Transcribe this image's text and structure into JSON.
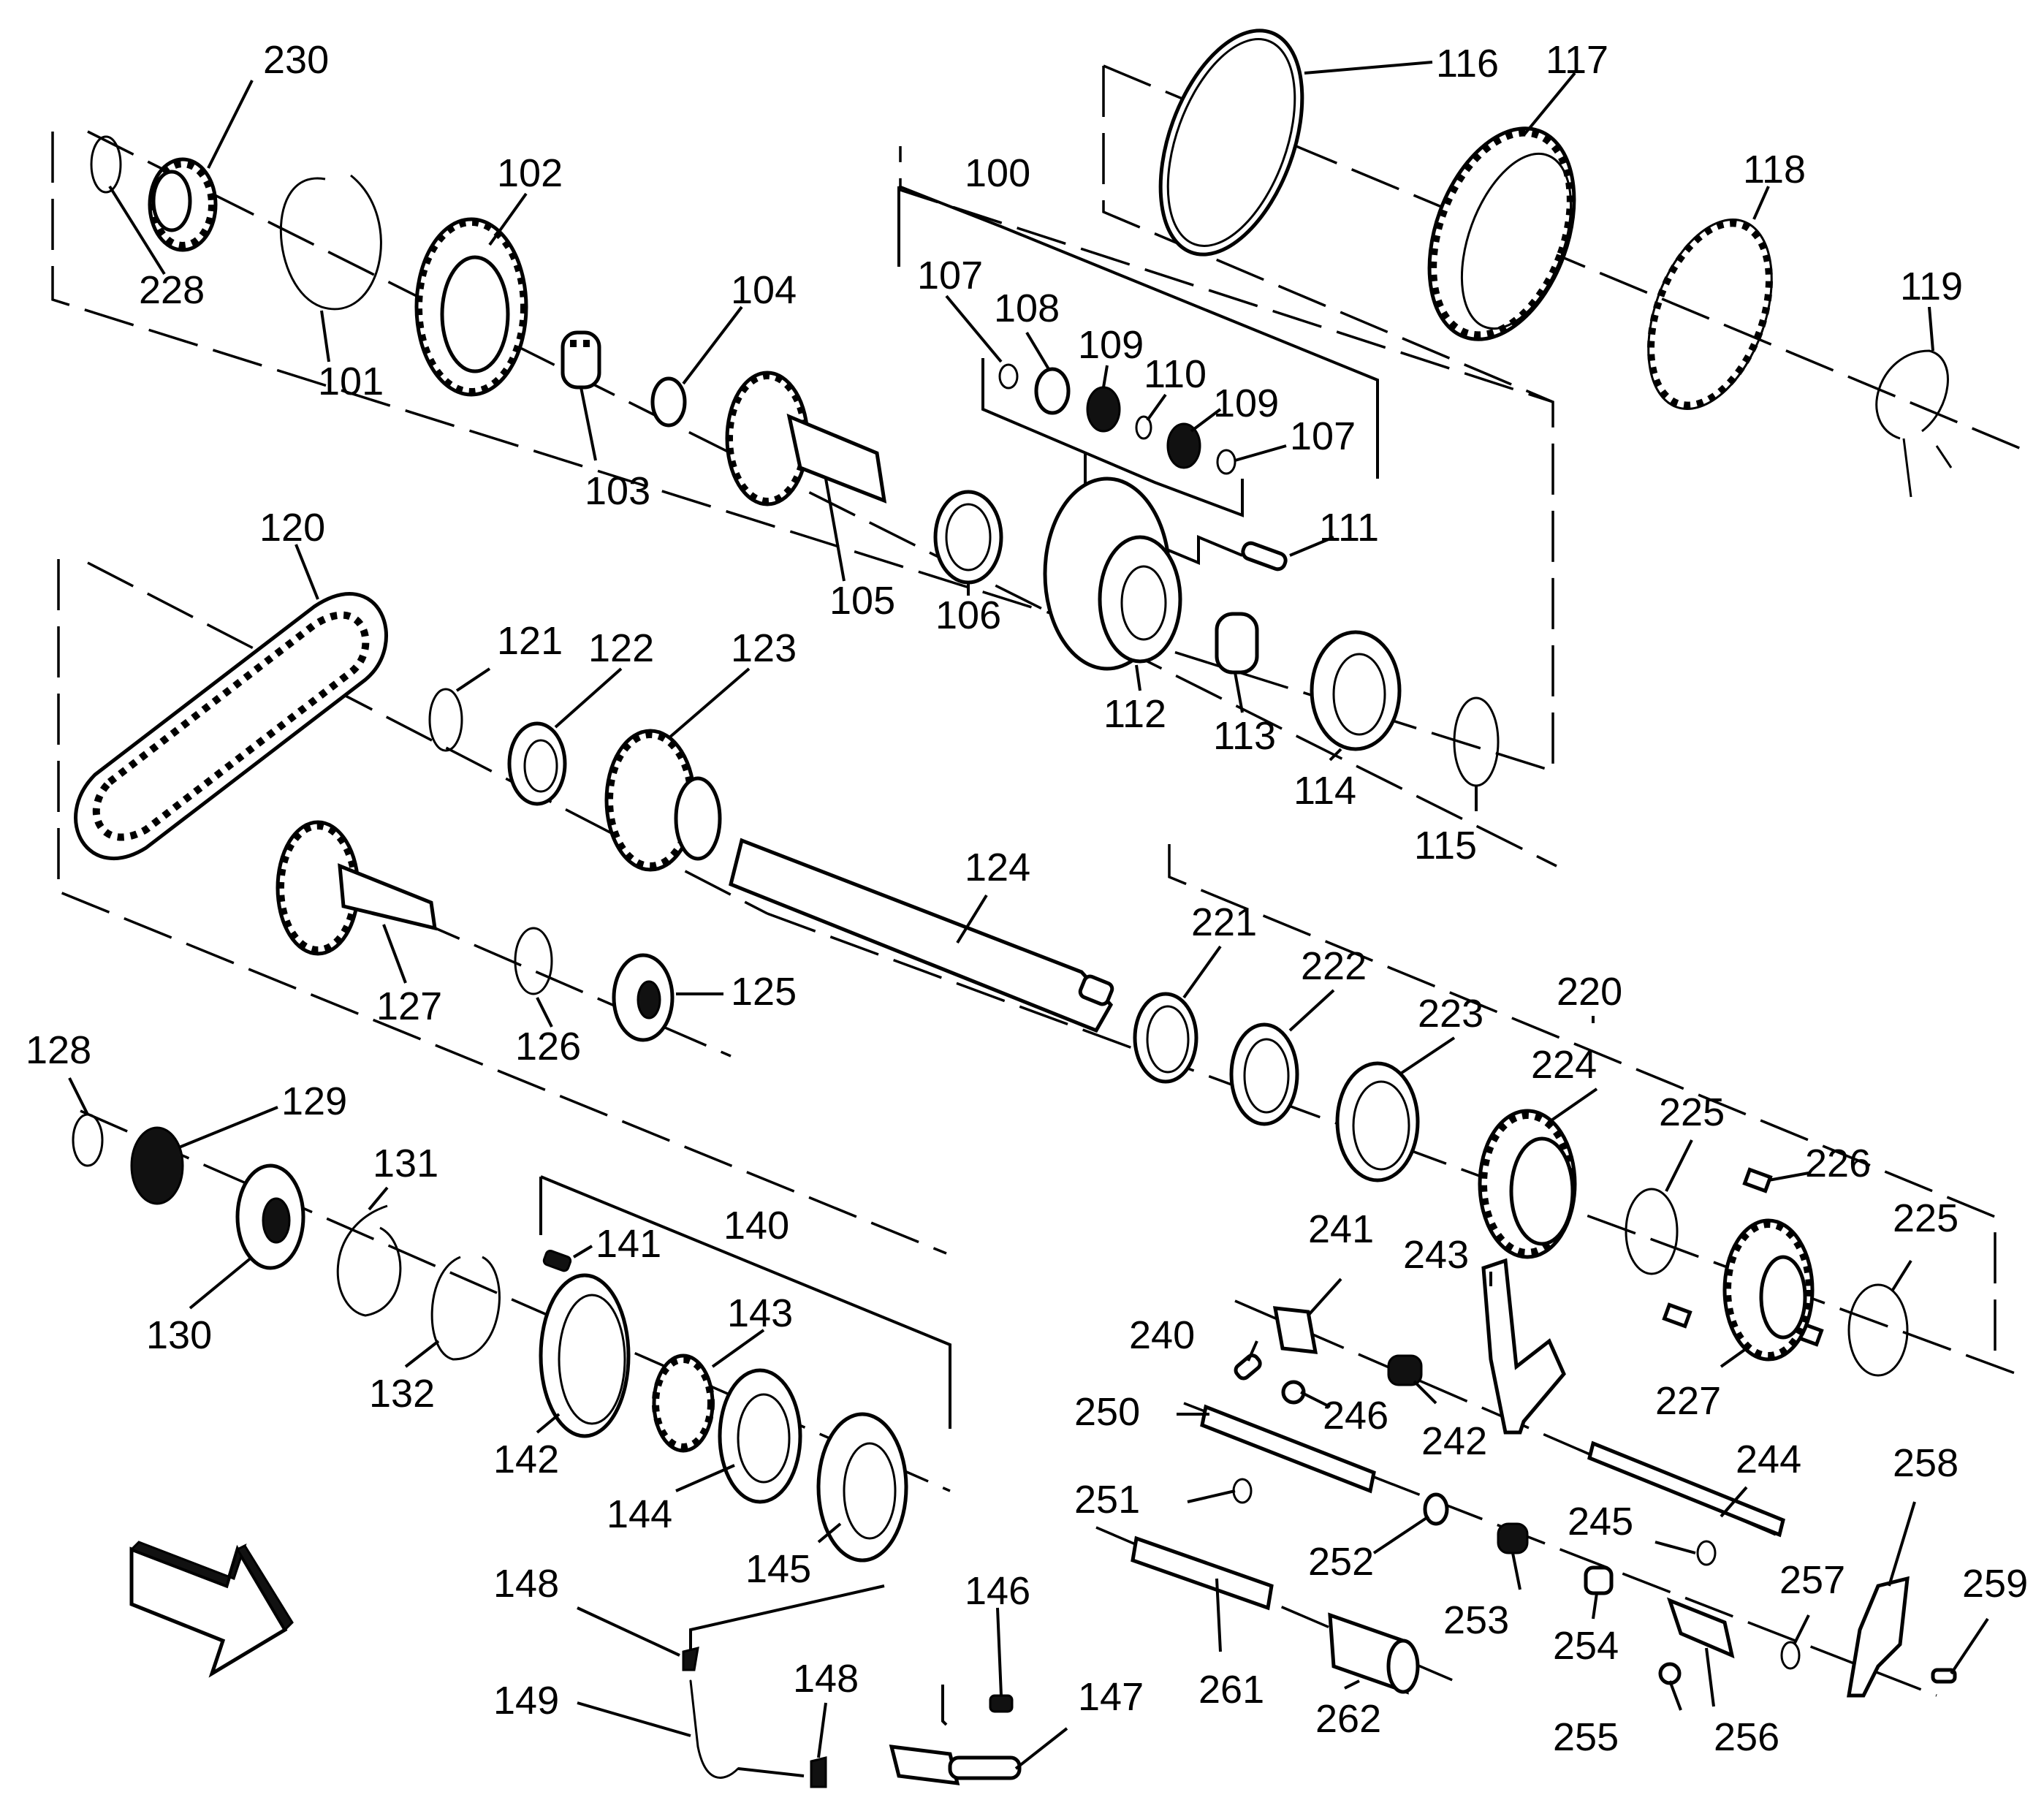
{
  "diagram": {
    "callouts": [
      {
        "id": "c100",
        "text": "100"
      },
      {
        "id": "c101",
        "text": "101"
      },
      {
        "id": "c102",
        "text": "102"
      },
      {
        "id": "c103",
        "text": "103"
      },
      {
        "id": "c104",
        "text": "104"
      },
      {
        "id": "c105",
        "text": "105"
      },
      {
        "id": "c106",
        "text": "106"
      },
      {
        "id": "c107a",
        "text": "107"
      },
      {
        "id": "c107b",
        "text": "107"
      },
      {
        "id": "c108",
        "text": "108"
      },
      {
        "id": "c109a",
        "text": "109"
      },
      {
        "id": "c109b",
        "text": "109"
      },
      {
        "id": "c110",
        "text": "110"
      },
      {
        "id": "c111",
        "text": "111"
      },
      {
        "id": "c112",
        "text": "112"
      },
      {
        "id": "c113",
        "text": "113"
      },
      {
        "id": "c114",
        "text": "114"
      },
      {
        "id": "c115",
        "text": "115"
      },
      {
        "id": "c116",
        "text": "116"
      },
      {
        "id": "c117",
        "text": "117"
      },
      {
        "id": "c118",
        "text": "118"
      },
      {
        "id": "c119",
        "text": "119"
      },
      {
        "id": "c120",
        "text": "120"
      },
      {
        "id": "c121",
        "text": "121"
      },
      {
        "id": "c122",
        "text": "122"
      },
      {
        "id": "c123",
        "text": "123"
      },
      {
        "id": "c124",
        "text": "124"
      },
      {
        "id": "c125",
        "text": "125"
      },
      {
        "id": "c126",
        "text": "126"
      },
      {
        "id": "c127",
        "text": "127"
      },
      {
        "id": "c128",
        "text": "128"
      },
      {
        "id": "c129",
        "text": "129"
      },
      {
        "id": "c130",
        "text": "130"
      },
      {
        "id": "c131",
        "text": "131"
      },
      {
        "id": "c132",
        "text": "132"
      },
      {
        "id": "c140",
        "text": "140"
      },
      {
        "id": "c141",
        "text": "141"
      },
      {
        "id": "c142",
        "text": "142"
      },
      {
        "id": "c143",
        "text": "143"
      },
      {
        "id": "c144",
        "text": "144"
      },
      {
        "id": "c145",
        "text": "145"
      },
      {
        "id": "c146",
        "text": "146"
      },
      {
        "id": "c147",
        "text": "147"
      },
      {
        "id": "c148a",
        "text": "148"
      },
      {
        "id": "c148b",
        "text": "148"
      },
      {
        "id": "c149",
        "text": "149"
      },
      {
        "id": "c220",
        "text": "220"
      },
      {
        "id": "c221",
        "text": "221"
      },
      {
        "id": "c222",
        "text": "222"
      },
      {
        "id": "c223",
        "text": "223"
      },
      {
        "id": "c224",
        "text": "224"
      },
      {
        "id": "c225a",
        "text": "225"
      },
      {
        "id": "c225b",
        "text": "225"
      },
      {
        "id": "c226",
        "text": "226"
      },
      {
        "id": "c227",
        "text": "227"
      },
      {
        "id": "c228",
        "text": "228"
      },
      {
        "id": "c230",
        "text": "230"
      },
      {
        "id": "c240",
        "text": "240"
      },
      {
        "id": "c241",
        "text": "241"
      },
      {
        "id": "c242",
        "text": "242"
      },
      {
        "id": "c243",
        "text": "243"
      },
      {
        "id": "c244",
        "text": "244"
      },
      {
        "id": "c245",
        "text": "245"
      },
      {
        "id": "c246",
        "text": "246"
      },
      {
        "id": "c250",
        "text": "250"
      },
      {
        "id": "c251",
        "text": "251"
      },
      {
        "id": "c252",
        "text": "252"
      },
      {
        "id": "c253",
        "text": "253"
      },
      {
        "id": "c254",
        "text": "254"
      },
      {
        "id": "c255",
        "text": "255"
      },
      {
        "id": "c256",
        "text": "256"
      },
      {
        "id": "c257",
        "text": "257"
      },
      {
        "id": "c258",
        "text": "258"
      },
      {
        "id": "c259",
        "text": "259"
      },
      {
        "id": "c261",
        "text": "261"
      },
      {
        "id": "c262",
        "text": "262"
      }
    ]
  }
}
